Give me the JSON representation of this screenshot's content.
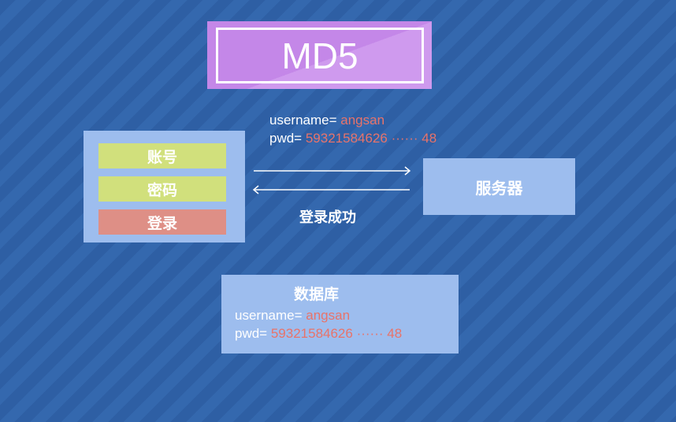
{
  "title": "MD5",
  "request": {
    "username_label": "username= ",
    "username_value": "angsan",
    "pwd_label": "pwd= ",
    "pwd_value": "59321584626 ······ 48"
  },
  "login_panel": {
    "account": "账号",
    "password": "密码",
    "login": "登录"
  },
  "server": "服务器",
  "response": "登录成功",
  "database": {
    "title": "数据库",
    "username_label": "username= ",
    "username_value": "angsan",
    "pwd_label": "pwd= ",
    "pwd_value": "59321584626 ······ 48"
  },
  "colors": {
    "background": "#2f62a8",
    "box": "#9dbdee",
    "field": "#d1e07c",
    "login": "#de8f86",
    "title": "#c487e8",
    "hash": "#e8736a"
  }
}
